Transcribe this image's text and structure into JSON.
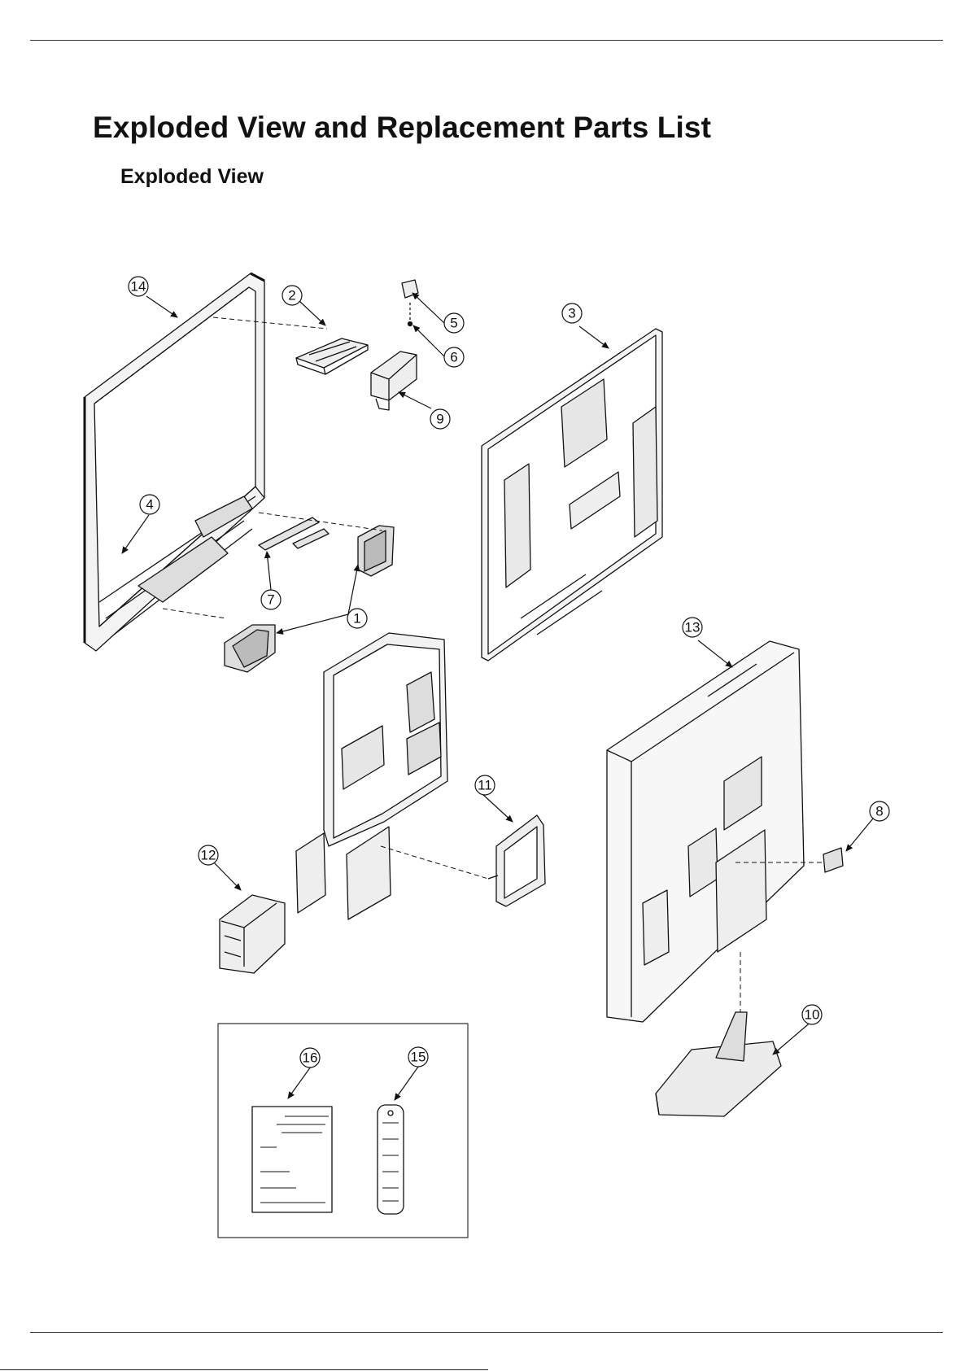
{
  "header": {
    "title": "Exploded View and Replacement Parts List",
    "subtitle": "Exploded View"
  },
  "callouts": {
    "c1": "1",
    "c2": "2",
    "c3": "3",
    "c4": "4",
    "c5": "5",
    "c6": "6",
    "c7": "7",
    "c8": "8",
    "c9": "9",
    "c10": "10",
    "c11": "11",
    "c12": "12",
    "c13": "13",
    "c14": "14",
    "c15": "15",
    "c16": "16"
  },
  "colors": {
    "ink": "#111111",
    "rule": "#333333"
  }
}
